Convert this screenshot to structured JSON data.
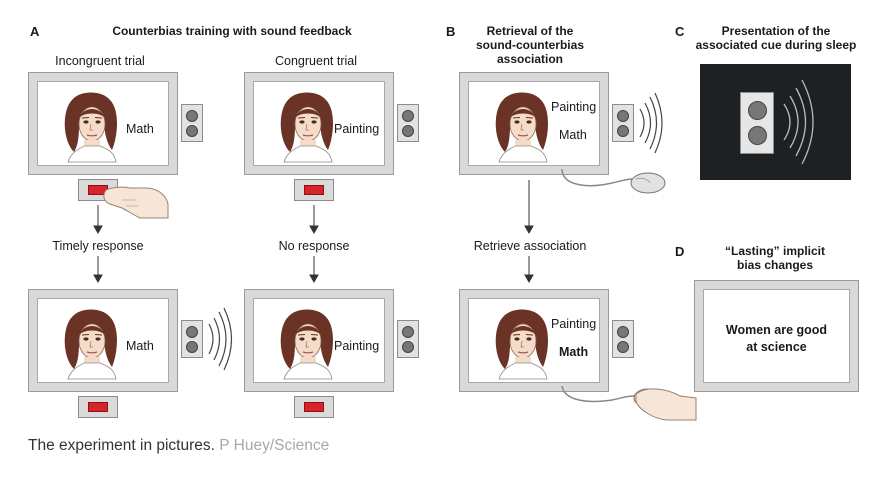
{
  "panels": {
    "a": {
      "letter": "A",
      "title": "Counterbias training with sound feedback"
    },
    "b": {
      "letter": "B",
      "title_line1": "Retrieval of the",
      "title_line2": "sound-counterbias",
      "title_line3": "association"
    },
    "c": {
      "letter": "C",
      "title_line1": "Presentation of the",
      "title_line2": "associated cue during sleep"
    },
    "d": {
      "letter": "D",
      "title_line1": "“Lasting” implicit",
      "title_line2": "bias changes"
    }
  },
  "trials": {
    "incongruent_label": "Incongruent trial",
    "congruent_label": "Congruent trial",
    "timely_response": "Timely response",
    "no_response": "No response",
    "retrieve_association": "Retrieve association"
  },
  "words": {
    "math": "Math",
    "painting": "Painting"
  },
  "statement": {
    "line1": "Women are good",
    "line2": "at science"
  },
  "caption": {
    "text": "The experiment in pictures.",
    "credit": "P Huey/Science"
  },
  "colors": {
    "button_red": "#d8232a",
    "hair": "#6b3326",
    "dark_panel": "#1e2124"
  },
  "icons": [
    "face-icon",
    "speaker-icon",
    "red-button-icon",
    "hand-icon",
    "mouse-icon",
    "sound-waves-icon",
    "arrow-icon"
  ]
}
